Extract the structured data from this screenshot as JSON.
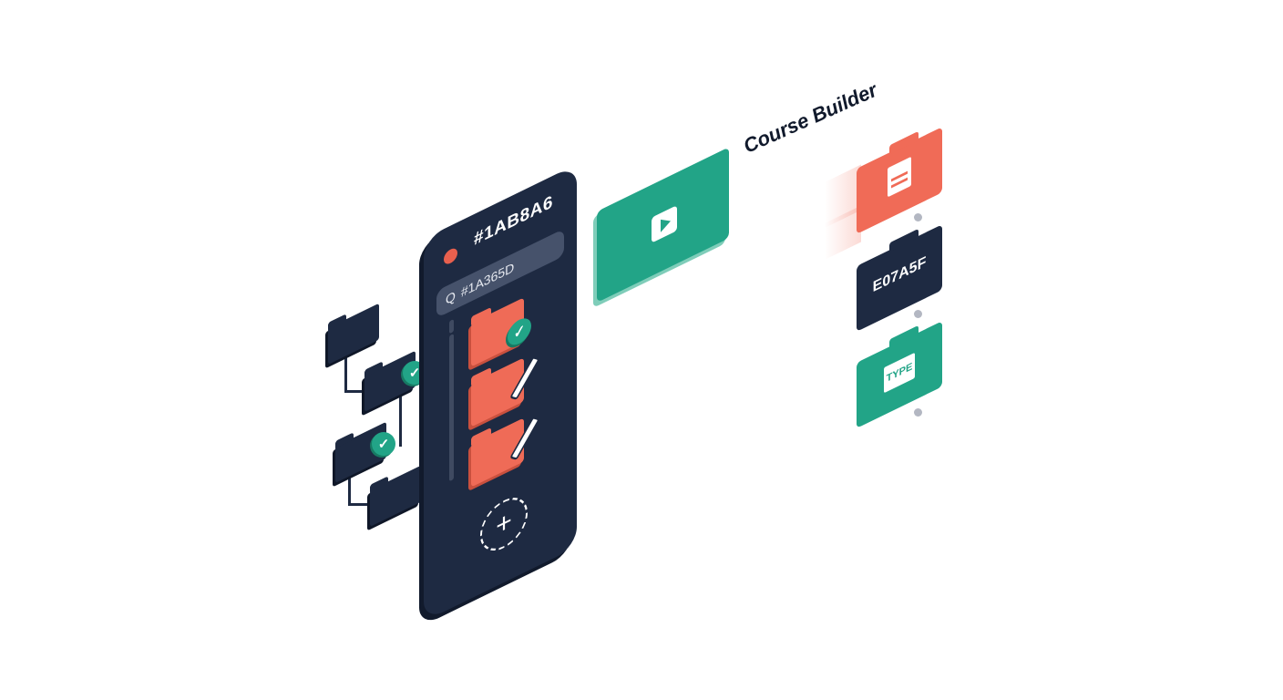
{
  "phone": {
    "title": "#1AB8A6",
    "search_icon": "search-icon",
    "search_value": "#1A365D",
    "folders": [
      {
        "status": "checked"
      },
      {
        "status": "editing"
      },
      {
        "status": "editing"
      }
    ],
    "add_label": "+"
  },
  "tree": {
    "folders": [
      {
        "status": "none"
      },
      {
        "status": "checked"
      },
      {
        "status": "checked"
      },
      {
        "status": "none"
      }
    ],
    "check_glyph": "✓"
  },
  "video_card": {
    "icon": "play-icon"
  },
  "header": {
    "title": "Course Builder"
  },
  "stack": {
    "cards": [
      {
        "color": "#F06B57",
        "icon": "document-icon",
        "label": ""
      },
      {
        "color": "#1E2A42",
        "icon": "",
        "label": "E07A5F"
      },
      {
        "color": "#22A487",
        "icon": "type-icon",
        "label": "TYPE"
      }
    ]
  },
  "colors": {
    "navy": "#1E2A42",
    "coral": "#F06B57",
    "teal": "#22A487"
  }
}
